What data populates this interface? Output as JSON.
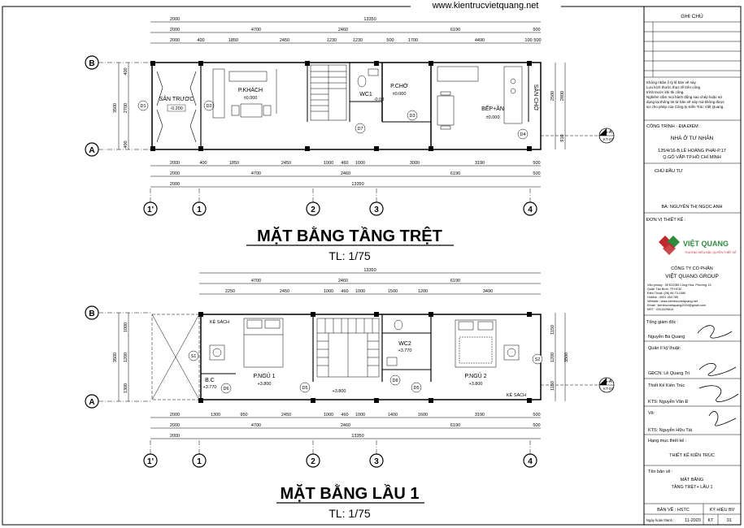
{
  "website": "www.kientrucvietquang.net",
  "plan_ground": {
    "title": "MẶT BẰNG TẦNG TRỆT",
    "scale": "TL: 1/75",
    "dims_top_1": [
      "2000",
      "13350"
    ],
    "dims_top_2": [
      "2000",
      "4700",
      "2460",
      "6190",
      "500"
    ],
    "dims_top_3": [
      "2000",
      "400",
      "1850",
      "2450",
      "1230",
      "1230",
      "500",
      "1700",
      "4490",
      "100",
      "500"
    ],
    "dims_bottom_1": [
      "2000",
      "400",
      "1850",
      "2450",
      "1000",
      "460",
      "1000",
      "3000",
      "3190",
      "500"
    ],
    "dims_bottom_2": [
      "2000",
      "4700",
      "2460",
      "6190",
      "500"
    ],
    "dims_bottom_3": [
      "2000",
      "13350"
    ],
    "dims_left": [
      "400",
      "2700",
      "400",
      "3500"
    ],
    "dims_right": [
      "2500",
      "2800",
      "910"
    ],
    "rooms": {
      "san_truoc": "SÂN TRƯỚC",
      "san_truoc_level": "-0.200",
      "khach": "P.KHÁCH",
      "khach_level": "±0.000",
      "wc1": "WC1",
      "wc1_level": "-0.03",
      "cho": "P.CHỜ",
      "cho_level": "±0.000",
      "bep": "BẾP+ĂN",
      "bep_level": "±0.000",
      "san_cho": "SÂN CHỜ"
    },
    "doors": [
      "D1",
      "D2",
      "D7",
      "D3",
      "D4"
    ],
    "section_mark": "A-A",
    "section_sub": "KT-03"
  },
  "plan_first": {
    "title": "MẶT BẰNG LẦU 1",
    "scale": "TL: 1/75",
    "dims_top_1": [
      "13350"
    ],
    "dims_top_2": [
      "4700",
      "2460",
      "6190"
    ],
    "dims_top_3": [
      "2250",
      "2450",
      "1000",
      "460",
      "1000",
      "1500",
      "1200",
      "3490"
    ],
    "dims_bottom_1": [
      "2000",
      "1300",
      "950",
      "2450",
      "1000",
      "460",
      "1000",
      "1400",
      "1600",
      "3190",
      "500"
    ],
    "dims_bottom_2": [
      "2000",
      "4700",
      "2460",
      "6190",
      "500"
    ],
    "dims_bottom_3": [
      "2000",
      "13350"
    ],
    "dims_left": [
      "1000",
      "1200",
      "1300",
      "3500"
    ],
    "dims_right": [
      "1150",
      "1200",
      "1150",
      "3500"
    ],
    "rooms": {
      "ke_sach_1": "KỆ SÁCH",
      "ke_sach_2": "KỆ SÁCH",
      "ngu1": "P.NGỦ 1",
      "ngu1_level": "+3.800",
      "ngu2": "P.NGỦ 2",
      "ngu2_level": "+3.800",
      "wc2": "WC2",
      "wc2_level": "+3.770",
      "bc": "B.C",
      "bc_level": "+3.770",
      "hall_level": "+3.800"
    },
    "doors": [
      "S1",
      "S2",
      "D6",
      "D5",
      "D8",
      "D5"
    ],
    "section_mark": "A-A",
    "section_sub": "KT-03"
  },
  "axes": {
    "rows": [
      "B",
      "A"
    ],
    "cols": [
      "1'",
      "1",
      "2",
      "3",
      "4"
    ]
  },
  "title_block": {
    "header": "GHI CHÚ",
    "notes": [
      "Không nhân ổ tỷ lệ bản vẽ này.",
      "Lưu kích thước thực tế trên công",
      "trình trước khi thi công.",
      "Nghiêm cấm mọi hành động sao chép hoặc sử",
      "dụng lại thông tin từ bản vẽ này mà không được",
      "sự cho phép của Công ty Kiến Trúc Việt Quang."
    ],
    "project_label": "CÔNG TRÌNH - ĐỊA ĐIỂM :",
    "project_name": "NHÀ Ở TƯ NHÂN",
    "address_1": "125/4/16-B,LÊ HOÀNG PHÁI-P.17",
    "address_2": "Q.GÒ VẤP-TP.HỒ CHÍ MINH",
    "owner_label": "CHỦ ĐẦU TƯ",
    "owner_name": "BÀ: NGUYỄN THỊ NGỌC ANH",
    "designer_label": "ĐƠN VỊ THIẾT KẾ :",
    "logo_text": "VIỆT QUANG",
    "logo_tagline": "THƯƠNG HIỆU ĐẶC QUYỀN THIẾT KẾ",
    "company_1": "CÔNG TY CỔ PHẦN",
    "company_2": "VIỆT QUANG GROUP",
    "contact": [
      "Văn phòng : 35 Đ22/85 Công Hòa, Phường 13,",
      "Quận Tân Bình, TP.HCM",
      "Điện Thoại: (08) 66 73 1080",
      "Hotline : 0901 354 789",
      "Website : www.kientrucvietquang.net",
      "Email : kientrucvietquang2004@gmail.com",
      "MST : 0312429614"
    ],
    "gd_label": "Tổng giám đốc :",
    "gd_name": "Nguyễn Bá Quang",
    "ql_label": "Quản lí kỹ thuật:",
    "gdcn": "GĐCN: Lê Quang Trí",
    "tk_label": "Thiết Kế Kiến Trúc",
    "kts1": "KTS: Nguyễn Văn Đ",
    "ve_label": "Vẽ:",
    "kts2": "KTS: Nguyễn Hữu Tài",
    "hm_label": "Hạng mục thiết kế :",
    "hm_value": "THIẾT KẾ KIẾN TRÚC",
    "sheet_label": "Tên bản vẽ :",
    "sheet_1": "MẶT BẰNG",
    "sheet_2": "TẦNG TRỆT+ LẦU 1",
    "banve_label": "BẢN VẼ : HSTC",
    "kyhieu_label": "KÝ HIỆU BV",
    "date_label": "Ngày hoàn thành :",
    "date_value": "11-2020",
    "code_1": "KT",
    "code_2": "01"
  }
}
